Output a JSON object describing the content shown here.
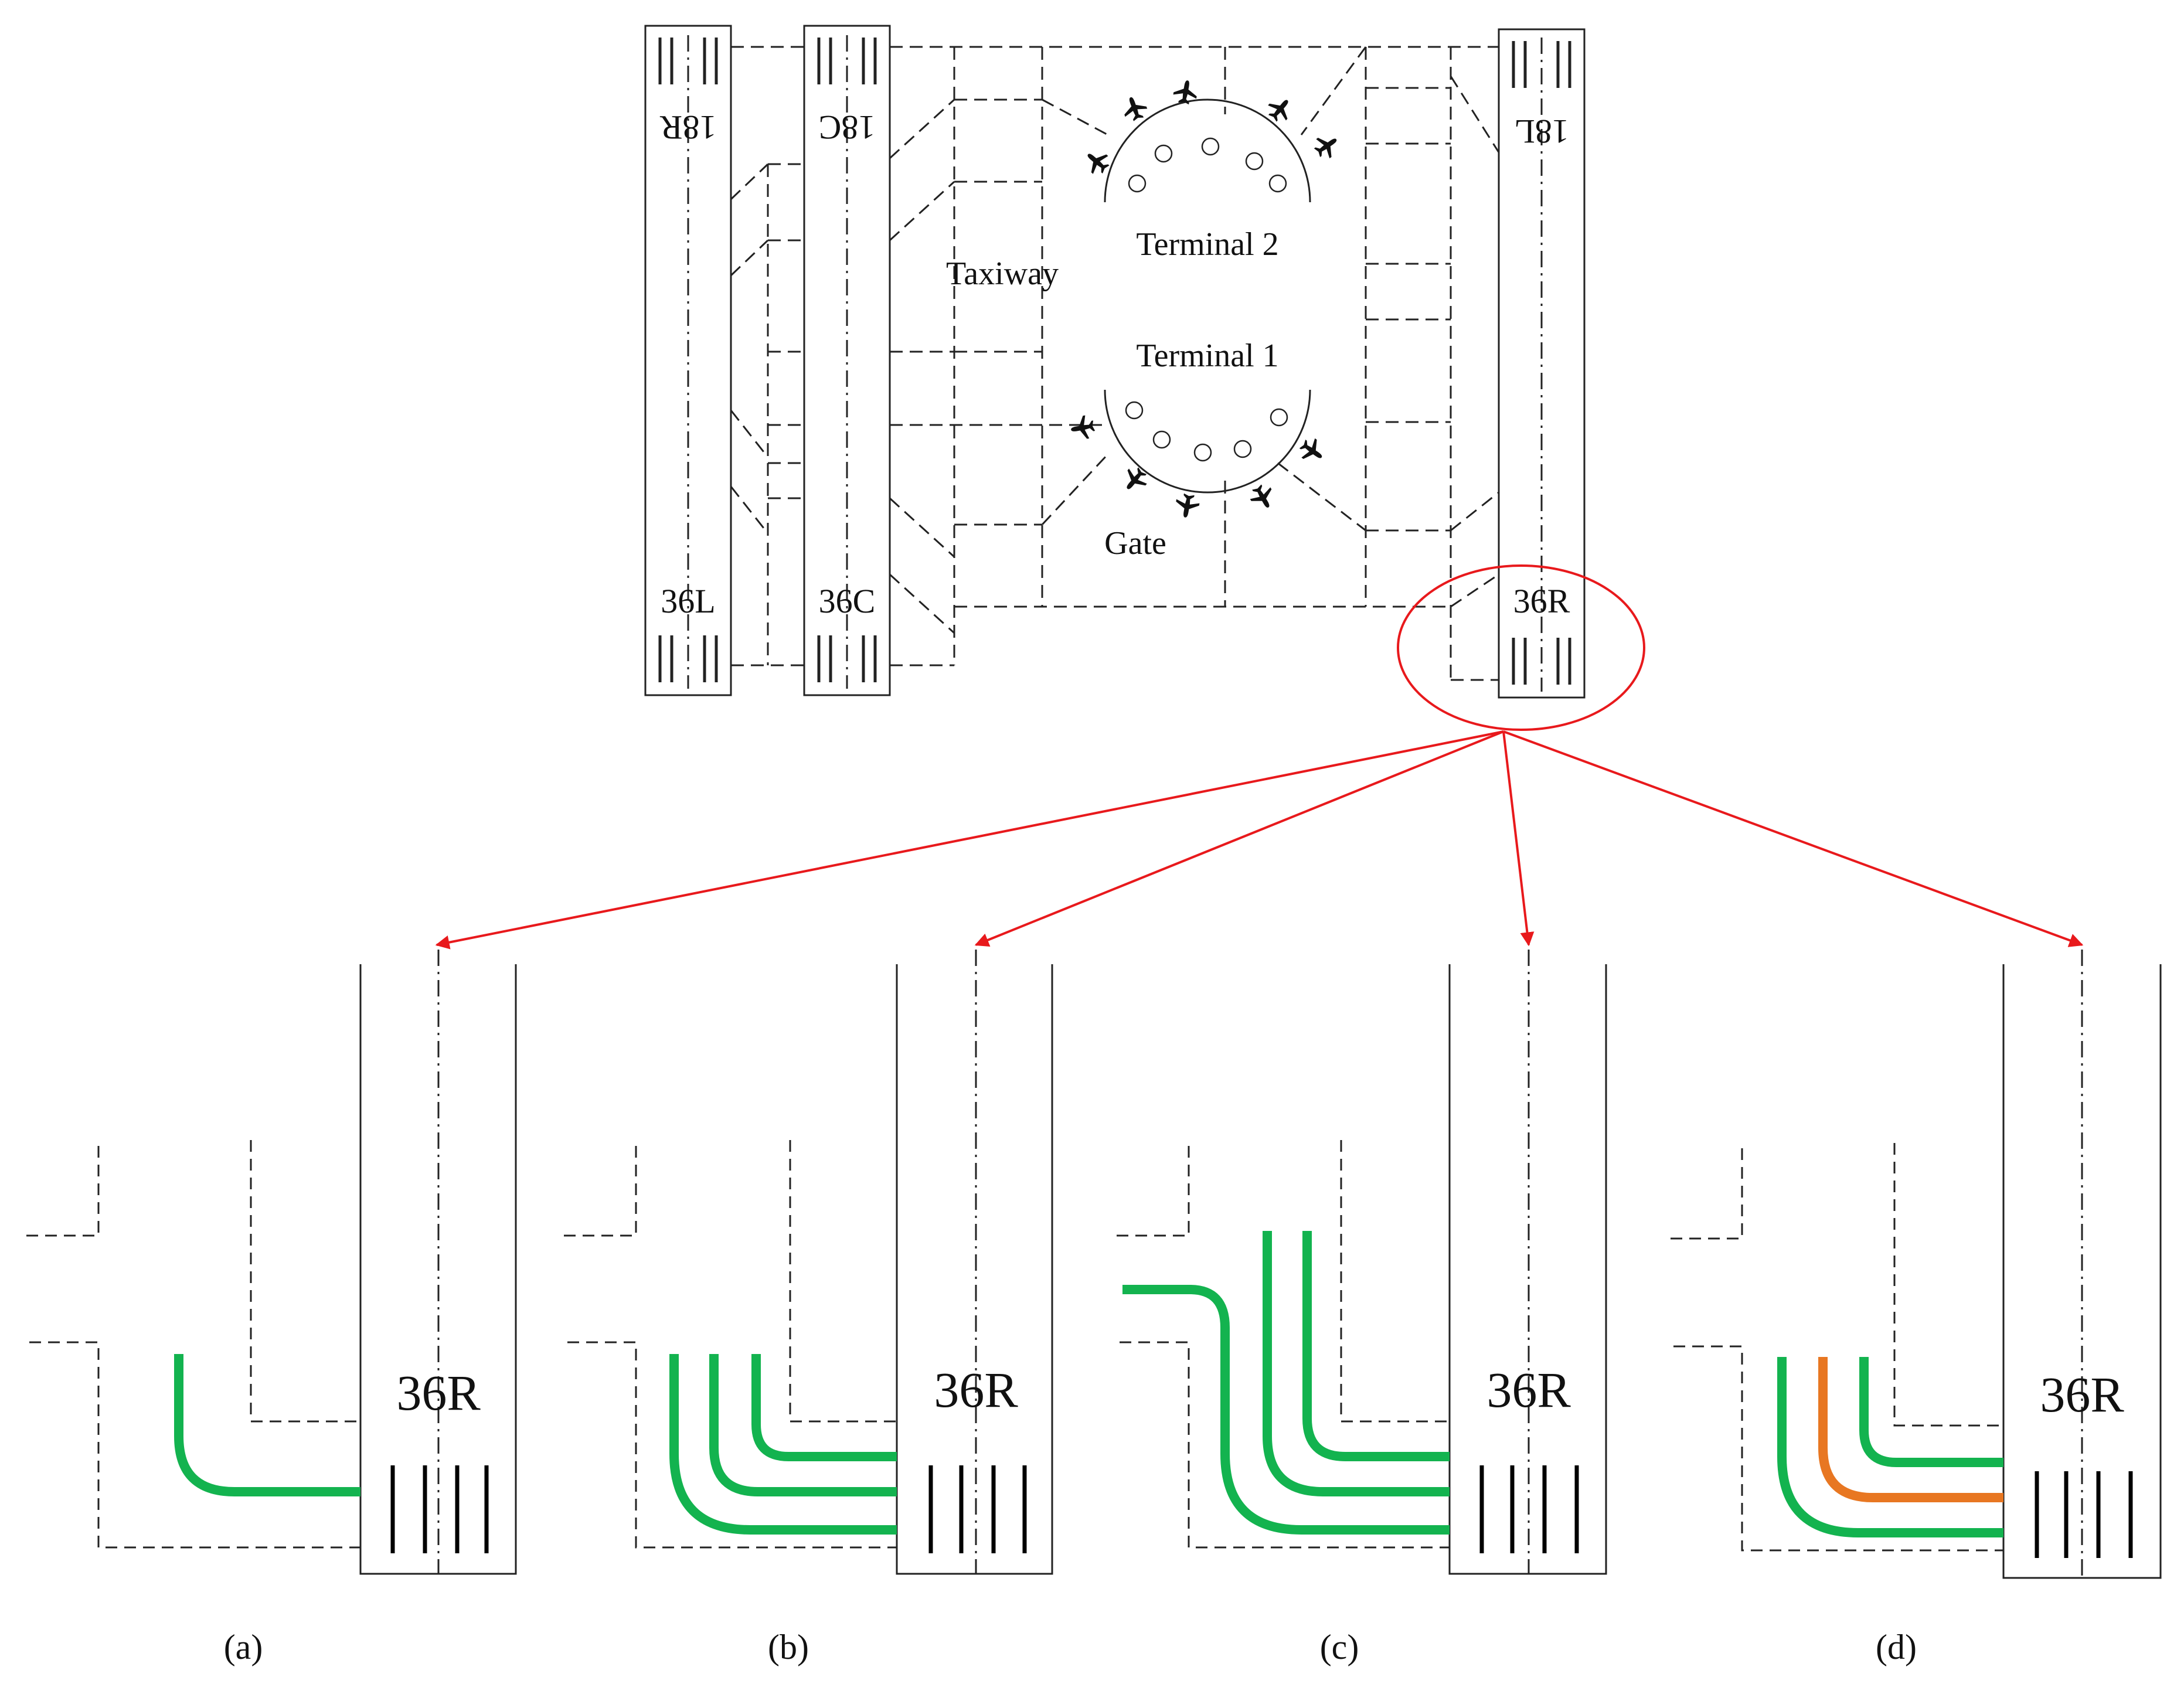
{
  "colors": {
    "line": "#222222",
    "highlight": "#e8191c",
    "path_green": "#13b34f",
    "path_orange": "#e87722"
  },
  "icons": {
    "aircraft": "airplane-icon"
  },
  "airport": {
    "runways": [
      {
        "id": "left",
        "top_label": "18R",
        "bottom_label": "36L"
      },
      {
        "id": "center",
        "top_label": "18C",
        "bottom_label": "36C"
      },
      {
        "id": "right",
        "top_label": "18L",
        "bottom_label": "36R"
      }
    ],
    "taxiway_label": "Taxiway",
    "terminals": [
      {
        "id": "terminal-2",
        "label": "Terminal 2"
      },
      {
        "id": "terminal-1",
        "label": "Terminal 1"
      }
    ],
    "gate_label": "Gate"
  },
  "panels": [
    {
      "id": "a",
      "runway_label": "36R",
      "caption": "(a)"
    },
    {
      "id": "b",
      "runway_label": "36R",
      "caption": "(b)"
    },
    {
      "id": "c",
      "runway_label": "36R",
      "caption": "(c)"
    },
    {
      "id": "d",
      "runway_label": "36R",
      "caption": "(d)"
    }
  ]
}
